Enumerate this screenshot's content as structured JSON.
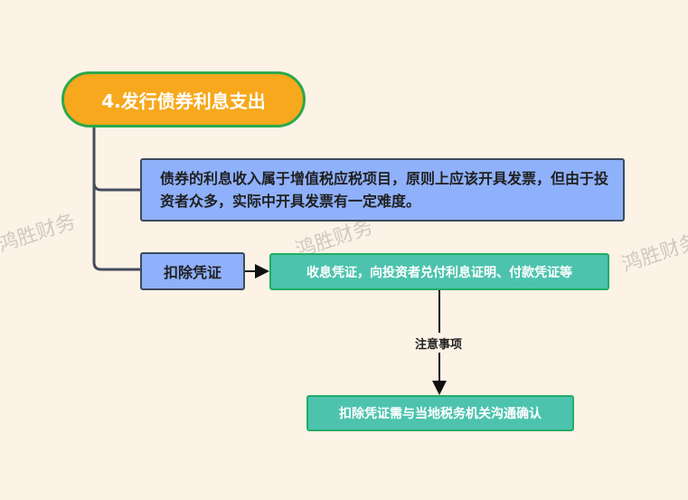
{
  "title": "4.发行债券利息支出",
  "note": "债券的利息收入属于增值税应税项目，原则上应该开具发票，但由于投资者众多，实际中开具发票有一定难度。",
  "deduction_label": "扣除凭证",
  "voucher_text": "收息凭证，向投资者兑付利息证明、付款凭证等",
  "edge_label": "注意事项",
  "confirm_text": "扣除凭证需与当地税务机关沟通确认",
  "watermark": "鸿胜财务",
  "colors": {
    "background": "#fdf2e6",
    "title_fill": "#f7a81c",
    "title_border": "#2aa94a",
    "blue_box": "#8fb1fb",
    "teal_box": "#4dc3ae"
  }
}
